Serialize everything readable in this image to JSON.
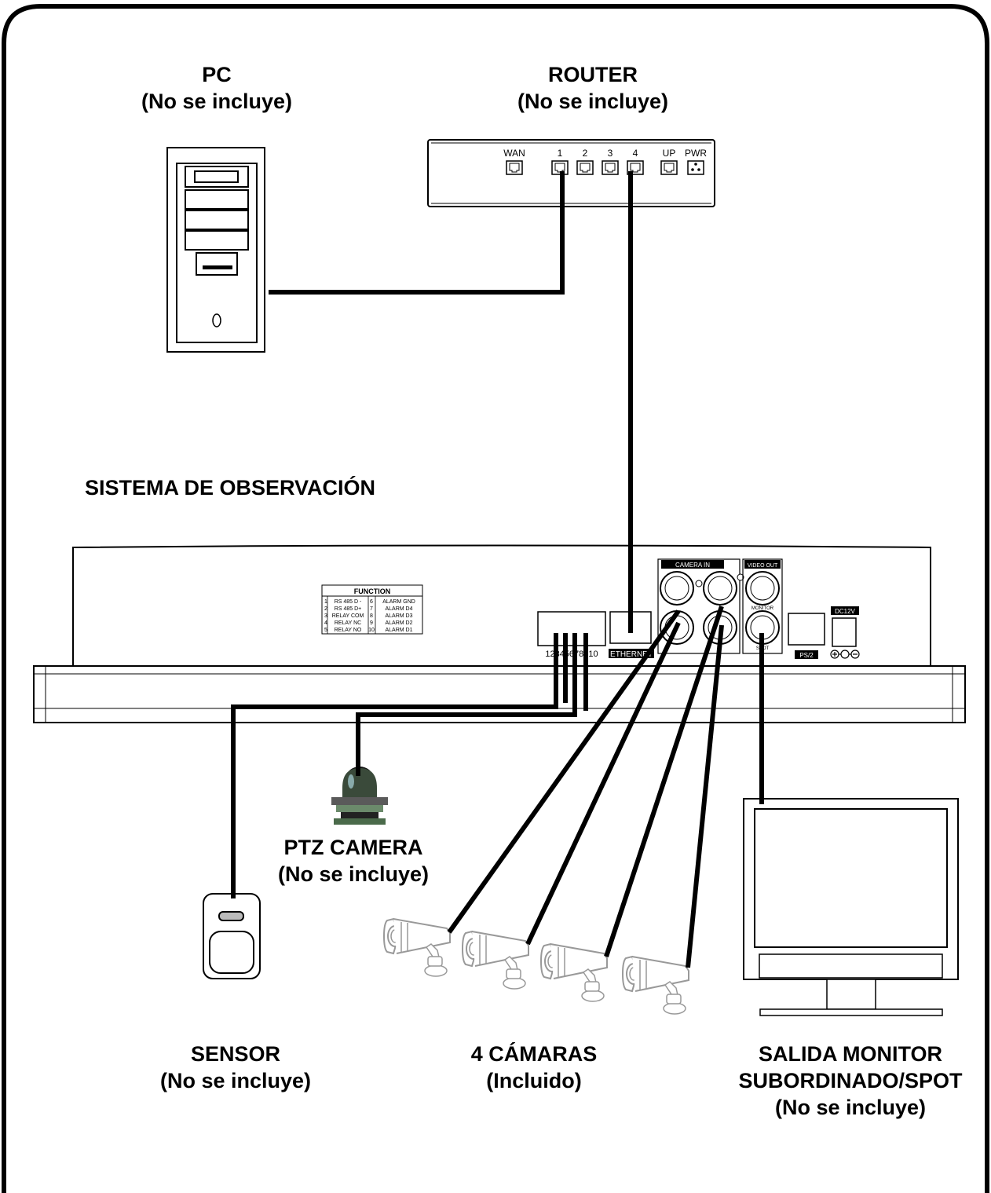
{
  "pc": {
    "title": "PC",
    "note": "(No se incluye)"
  },
  "router": {
    "title": "ROUTER",
    "note": "(No se incluye)",
    "ports": [
      "WAN",
      "1",
      "2",
      "3",
      "4",
      "UP",
      "PWR"
    ]
  },
  "system_title": "SISTEMA DE OBSERVACIÓN",
  "dvr": {
    "function_table": {
      "header": "FUNCTION",
      "left": [
        [
          "1",
          "RS 485 D -"
        ],
        [
          "2",
          "RS 485 D+"
        ],
        [
          "3",
          "RELAY COM"
        ],
        [
          "4",
          "RELAY NC"
        ],
        [
          "5",
          "RELAY NO"
        ]
      ],
      "right": [
        [
          "6",
          "ALARM GND"
        ],
        [
          "7",
          "ALARM D4"
        ],
        [
          "8",
          "ALARM D3"
        ],
        [
          "9",
          "ALARM D2"
        ],
        [
          "10",
          "ALARM D1"
        ]
      ]
    },
    "terminal_label": "12345678910",
    "ethernet_label": "ETHERNET",
    "camera_in_label": "CAMERA IN",
    "video_out_label": "VIDEO OUT",
    "monitor_label": "MONITOR",
    "spot_label": "SPOT",
    "ps2_label": "PS/2",
    "dc_label": "DC12V"
  },
  "ptz": {
    "title": "PTZ CAMERA",
    "note": "(No se incluye)"
  },
  "sensor": {
    "title": "SENSOR",
    "note": "(No se incluye)"
  },
  "cameras": {
    "title": "4 CÁMARAS",
    "note": "(Incluido)"
  },
  "monitor": {
    "line1": "SALIDA MONITOR",
    "line2": "SUBORDINADO/SPOT",
    "note": "(No se incluye)"
  }
}
